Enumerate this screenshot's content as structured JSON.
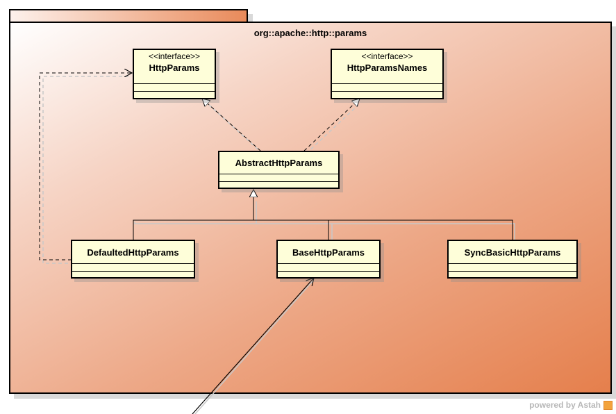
{
  "package": {
    "name": "org::apache::http::params"
  },
  "classes": {
    "http_params": {
      "stereotype": "<<interface>>",
      "name": "HttpParams"
    },
    "http_params_names": {
      "stereotype": "<<interface>>",
      "name": "HttpParamsNames"
    },
    "abstract_http_params": {
      "name": "AbstractHttpParams"
    },
    "defaulted_http_params": {
      "name": "DefaultedHttpParams"
    },
    "base_http_params": {
      "name": "BaseHttpParams"
    },
    "sync_basic_http_params": {
      "name": "SyncBasicHttpParams"
    }
  },
  "footer": {
    "powered_by": "powered by Astah"
  }
}
